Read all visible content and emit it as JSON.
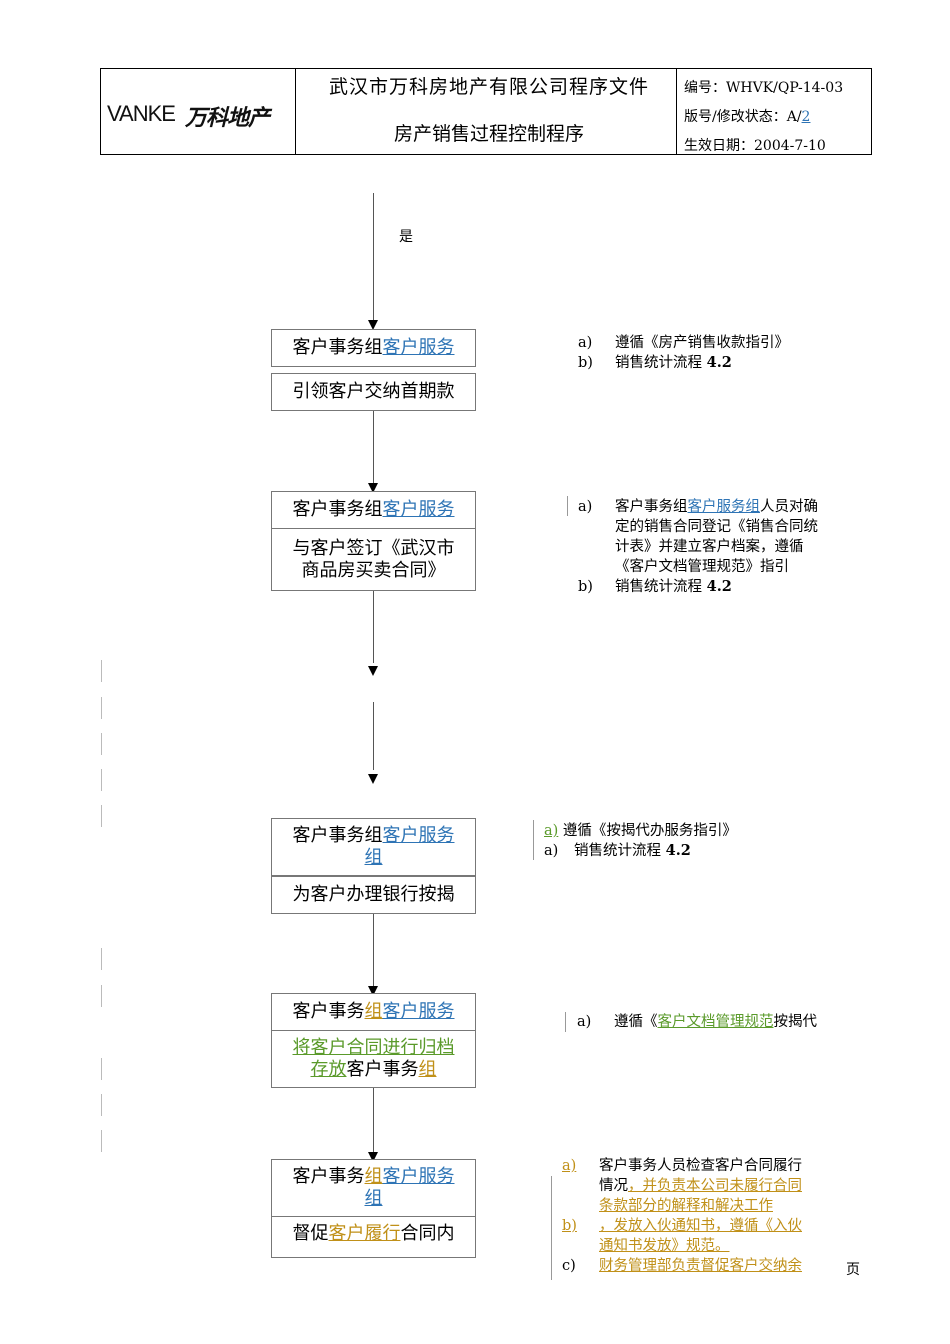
{
  "header": {
    "logo_en": "VANKE",
    "logo_cn": "万科地产",
    "company": "武汉市万科房地产有限公司程序文件",
    "doc_title": "房产销售过程控制程序",
    "number": "编号：WHVK/QP-14-03",
    "version_prefix": "版号/修改状态：A/",
    "version_link": "2",
    "effective": "生效日期：2004-7-10"
  },
  "flow": {
    "yes_label": "是",
    "step1": {
      "role_prefix": "客户事务组",
      "role_link": "客户服务",
      "action": "引领客户交纳首期款"
    },
    "step2": {
      "role_prefix": "客户事务组",
      "role_link": "客户服务",
      "action_line1": "与客户签订《武汉市",
      "action_line2": "商品房买卖合同》"
    },
    "step3": {
      "role_prefix": "客户事务组",
      "role_link": "客户服务",
      "role_link2": "组",
      "action": "为客户办理银行按揭"
    },
    "step4": {
      "role_prefix": "客户事务",
      "role_ins": "组",
      "role_link": "客户服务",
      "action_ins_line1": "将客户合同进行归档",
      "action_ins_line2": "存放",
      "action_line2_rest": "客户事务",
      "action_ins2": "组"
    },
    "step5": {
      "role_prefix": "客户事务",
      "role_ins": "组",
      "role_link": "客户服务",
      "role_link2": "组",
      "action_prefix": "督促",
      "action_ins": "客户履行",
      "action_rest": "合同内"
    }
  },
  "notes": {
    "n1": [
      {
        "marker": "a)",
        "text": "遵循《房产销售收款指引》"
      },
      {
        "marker": "b)",
        "text": "销售统计流程",
        "bold": "4.2"
      }
    ],
    "n2": {
      "a_marker": "a)",
      "a_prefix": "客户事务组",
      "a_link": "客户服务组",
      "a_line1_rest": "人员对确",
      "a_line2": "定的销售合同登记《销售合同统",
      "a_line3": "计表》并建立客户档案，遵循",
      "a_line4": "《客户文档管理规范》指引",
      "b_marker": "b)",
      "b_text": "销售统计流程",
      "b_bold": "4.2"
    },
    "n3": {
      "a1_marker": "a)",
      "a1_text": "遵循《按揭代办服务指引》",
      "a2_marker": "a)",
      "a2_text": "销售统计流程",
      "a2_bold": "4.2"
    },
    "n4": {
      "marker": "a)",
      "prefix": "遵循《",
      "ins": "客户文档管理规范",
      "rest": "按揭代"
    },
    "n5": {
      "a_marker": "a)",
      "a_line1": "客户事务人员检查客户合同履行",
      "a_line2_plain": "情况",
      "a_line2_ins": "，并负责本公司未履行合同",
      "a_line3_ins": "条款部分的解释和解决工作",
      "b_marker": "b)",
      "b_line1_ins": "，发放入伙通知书，遵循《入伙",
      "b_line2_ins": "通知书发放》规范。",
      "c_marker": "c)",
      "c_line1_ins": "财务管理部负责督促客户交纳余"
    },
    "page_label": "页"
  },
  "colors": {
    "link_blue": "#2e74b5",
    "insert_gold": "#c09018",
    "insert_green": "#5a9a2a"
  }
}
